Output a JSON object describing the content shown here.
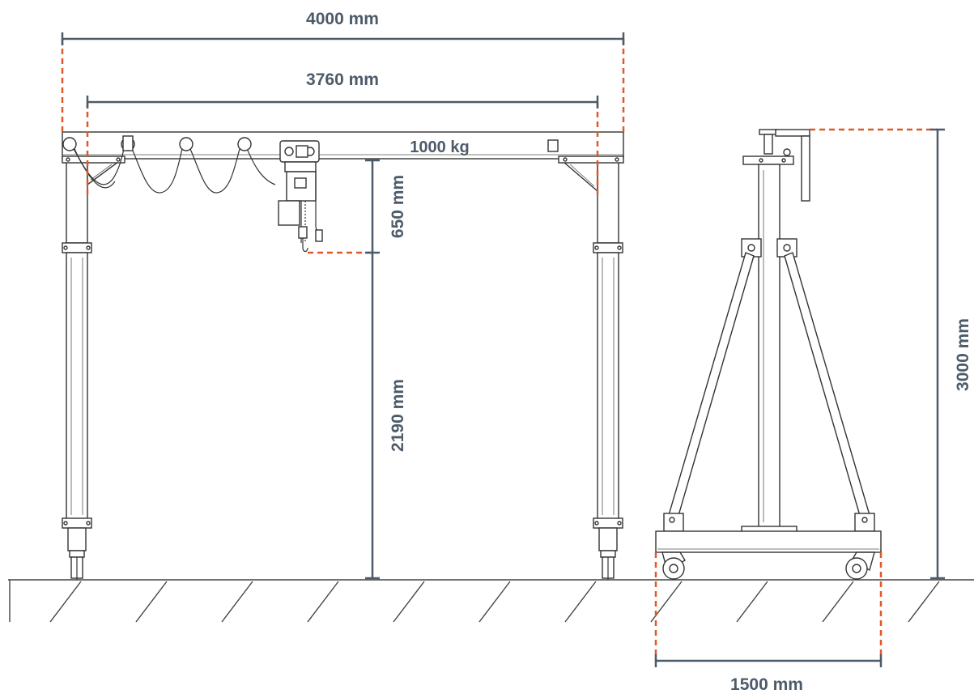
{
  "labels": {
    "width_outer": "4000 mm",
    "width_inner": "3760 mm",
    "capacity": "1000 kg",
    "hoist_height": "650 mm",
    "clear_height": "2190 mm",
    "total_height": "3000 mm",
    "base_width": "1500 mm"
  },
  "colors": {
    "dimension": "#4d5b69",
    "extension": "#e0592a",
    "outline": "#333333"
  }
}
